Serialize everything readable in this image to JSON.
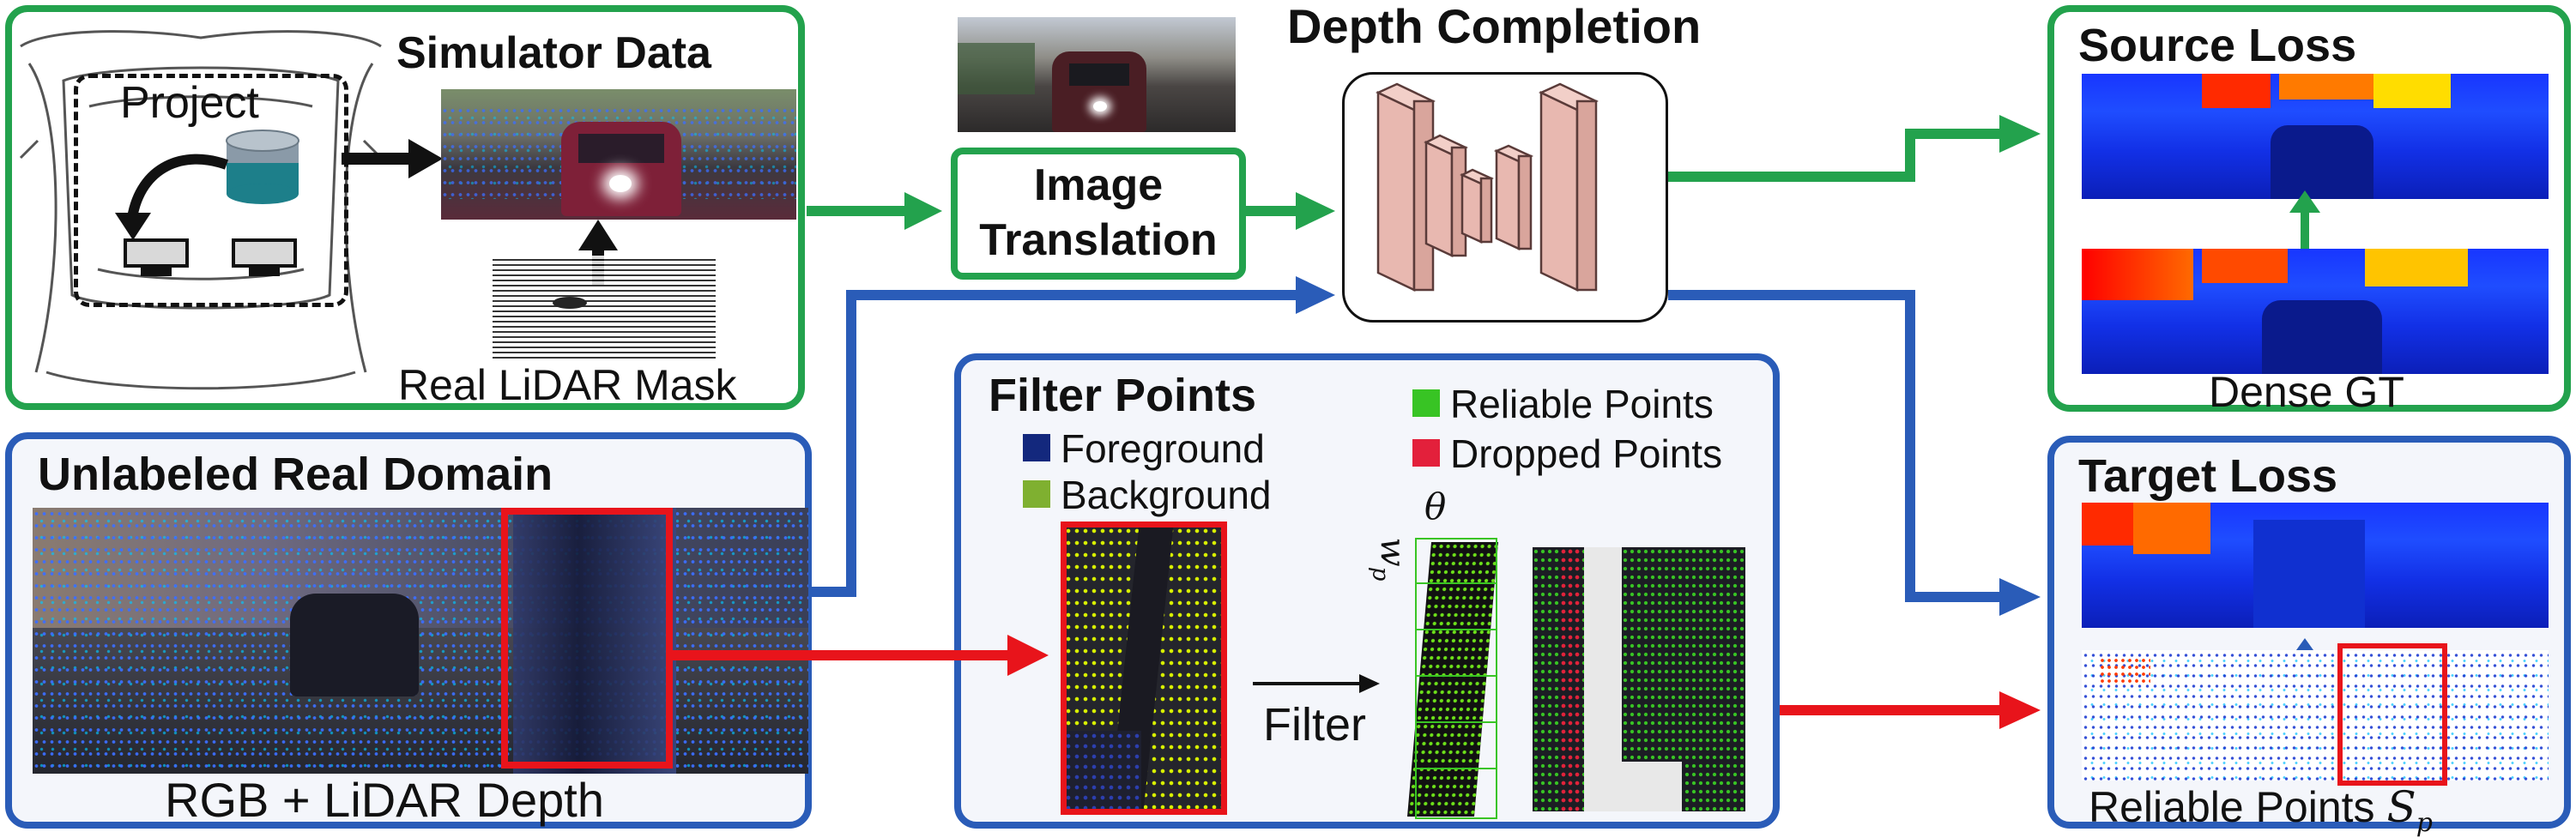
{
  "simulator": {
    "title": "Simulator Data",
    "project_label": "Project",
    "mask_label": "Real LiDAR Mask"
  },
  "translation": {
    "line1": "Image",
    "line2": "Translation"
  },
  "depth_completion": {
    "title": "Depth Completion"
  },
  "source_loss": {
    "title": "Source Loss",
    "gt_label": "Dense GT"
  },
  "real_domain": {
    "title": "Unlabeled Real Domain",
    "caption": "RGB + LiDAR Depth"
  },
  "filter": {
    "title": "Filter Points",
    "legend": [
      {
        "label": "Foreground",
        "color": "#13287d"
      },
      {
        "label": "Background",
        "color": "#7fb030"
      },
      {
        "label": "Reliable Points",
        "color": "#38c424"
      },
      {
        "label": "Dropped Points",
        "color": "#e3203b"
      }
    ],
    "arrow_label": "Filter",
    "theta_symbol": "θ",
    "w_p_symbol": "w",
    "w_p_sub": "p"
  },
  "target_loss": {
    "title": "Target Loss",
    "caption": "Reliable Points",
    "s_symbol": "S",
    "s_sub": "p"
  },
  "colors": {
    "green": "#23a24d",
    "blue": "#2a5cb8",
    "red": "#e8141b",
    "black": "#111111",
    "network_fill": "#e8b8b0",
    "network_stroke": "#5a3b39"
  }
}
